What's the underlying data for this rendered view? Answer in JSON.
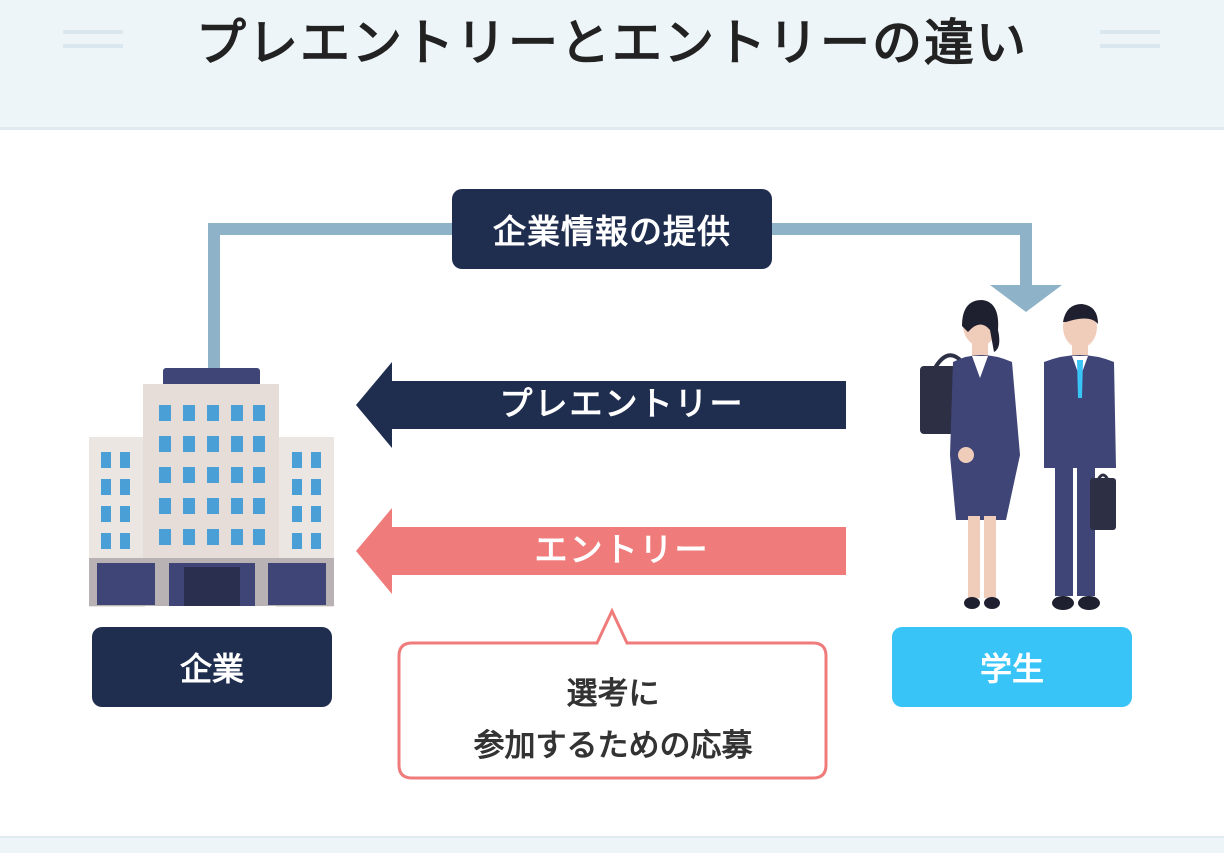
{
  "header": {
    "title": "プレエントリーとエントリーの違い"
  },
  "diagram": {
    "info_label": "企業情報の提供",
    "pre_entry_label": "プレエントリー",
    "entry_label": "エントリー",
    "company_label": "企業",
    "student_label": "学生",
    "bubble_line1": "選考に",
    "bubble_line2": "参加するための応募"
  },
  "colors": {
    "navy": "#1f2d4f",
    "salmon": "#ef7b7b",
    "sky_blue": "#39c4f7",
    "connector": "#8eb3c8"
  }
}
